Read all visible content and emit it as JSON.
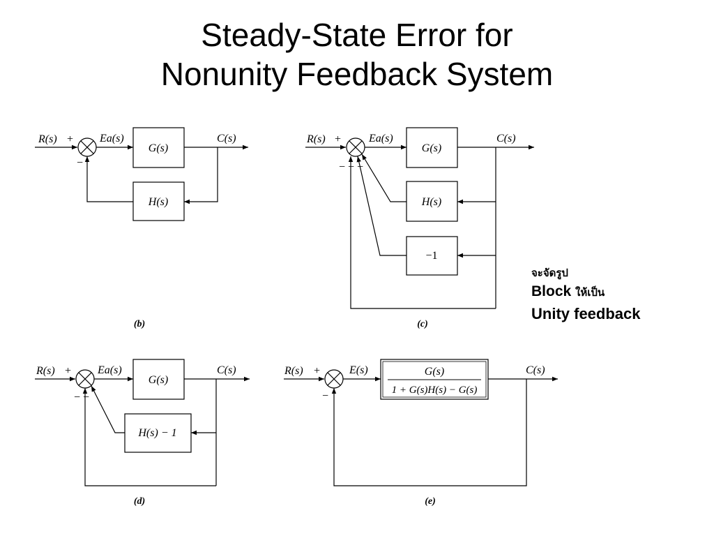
{
  "title": {
    "line1": "Steady-State Error for",
    "line2": "Nonunity Feedback System"
  },
  "note": {
    "line1": "จะจัดรูป",
    "line2_bold": "Block",
    "line2_thai": "ให้เป็น",
    "line3": "Unity feedback"
  },
  "diagrams": {
    "b": {
      "caption": "b",
      "input": "R(s)",
      "output": "C(s)",
      "error": "Ea(s)",
      "forward": "G(s)",
      "feedback": "H(s)",
      "plus": "+",
      "minus": "−"
    },
    "c": {
      "caption": "c",
      "input": "R(s)",
      "output": "C(s)",
      "error": "Ea(s)",
      "forward": "G(s)",
      "feedback1": "H(s)",
      "feedback2": "−1",
      "plus": "+",
      "minus": "− − −"
    },
    "d": {
      "caption": "d",
      "input": "R(s)",
      "output": "C(s)",
      "error": "Ea(s)",
      "forward": "G(s)",
      "feedback": "H(s) − 1",
      "plus": "+",
      "minus": "− −"
    },
    "e": {
      "caption": "e",
      "input": "R(s)",
      "output": "C(s)",
      "error": "E(s)",
      "numerator": "G(s)",
      "denominator": "1 + G(s)H(s) − G(s)",
      "plus": "+",
      "minus": "−"
    }
  }
}
